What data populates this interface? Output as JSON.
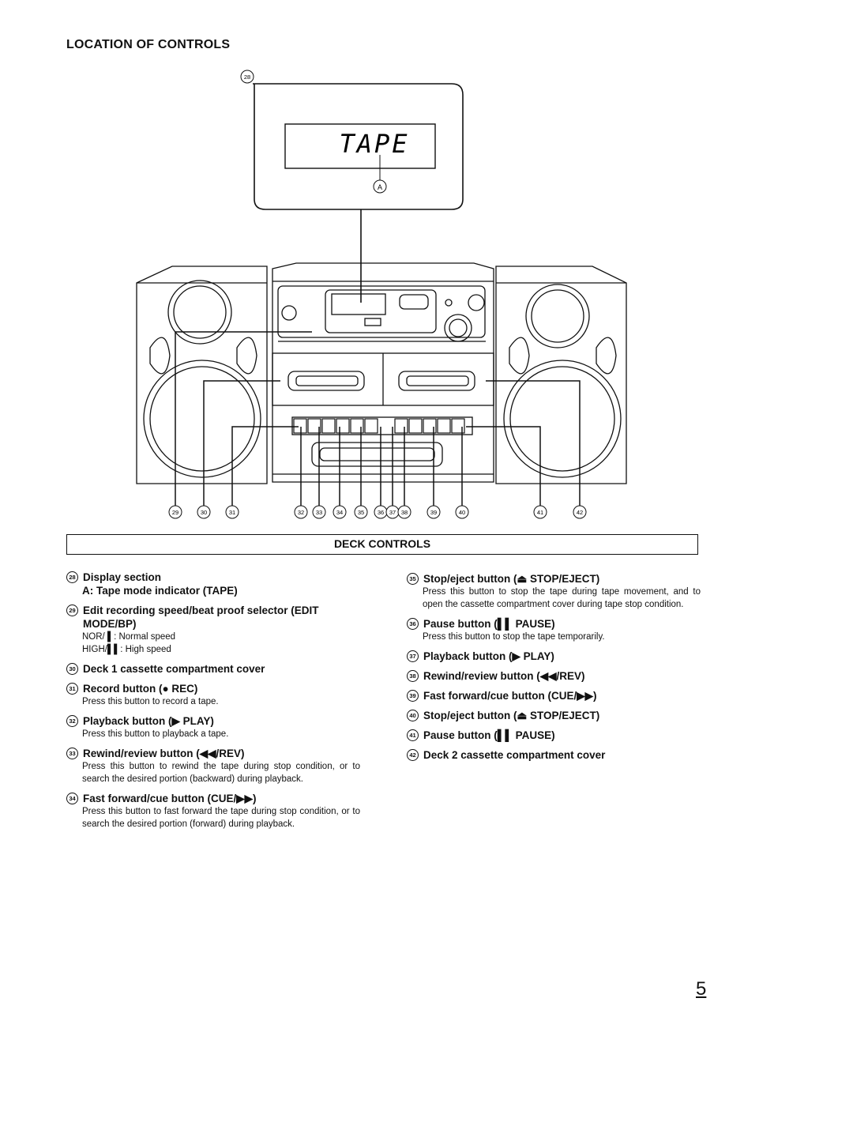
{
  "page": {
    "heading": "LOCATION OF CONTROLS",
    "section_title": "DECK CONTROLS",
    "page_number": "5"
  },
  "diagram": {
    "display_text": "TAPE",
    "display_label_num": "28",
    "indicator_letter": "A",
    "callouts": [
      "29",
      "30",
      "31",
      "32",
      "33",
      "34",
      "35",
      "36",
      "37",
      "38",
      "39",
      "40",
      "41",
      "42"
    ]
  },
  "left_items": {
    "i28": {
      "num": "28",
      "title": "Display section",
      "sub": "A:  Tape mode indicator (TAPE)"
    },
    "i29": {
      "num": "29",
      "title": "Edit recording speed/beat proof selector (EDIT MODE/BP)",
      "mode1": "NOR/ ▌:  Normal speed",
      "mode2": "HIGH/▌▌:  High speed"
    },
    "i30": {
      "num": "30",
      "title": "Deck 1 cassette compartment cover"
    },
    "i31": {
      "num": "31",
      "title": "Record button (● REC)",
      "desc": "Press this button to record a tape."
    },
    "i32": {
      "num": "32",
      "title": "Playback button (▶ PLAY)",
      "desc": "Press this button to playback a tape."
    },
    "i33": {
      "num": "33",
      "title": "Rewind/review button (◀◀/REV)",
      "desc": "Press this button to rewind the tape during stop condition, or to search the desired portion (backward) during playback."
    },
    "i34": {
      "num": "34",
      "title": "Fast forward/cue button (CUE/▶▶)",
      "desc": "Press this button to fast forward the tape during stop condition, or to search the desired portion (forward) during playback."
    }
  },
  "right_items": {
    "i35": {
      "num": "35",
      "title": "Stop/eject button (⏏ STOP/EJECT)",
      "desc": "Press this button to stop the tape during tape movement, and to open the cassette compartment cover during tape stop condition."
    },
    "i36": {
      "num": "36",
      "title": "Pause button (▌▌ PAUSE)",
      "desc": "Press this button to stop the tape temporarily."
    },
    "i37": {
      "num": "37",
      "title": "Playback button (▶ PLAY)"
    },
    "i38": {
      "num": "38",
      "title": "Rewind/review button (◀◀/REV)"
    },
    "i39": {
      "num": "39",
      "title": "Fast forward/cue button (CUE/▶▶)"
    },
    "i40": {
      "num": "40",
      "title": "Stop/eject button (⏏ STOP/EJECT)"
    },
    "i41": {
      "num": "41",
      "title": "Pause button (▌▌ PAUSE)"
    },
    "i42": {
      "num": "42",
      "title": "Deck 2 cassette compartment cover"
    }
  }
}
